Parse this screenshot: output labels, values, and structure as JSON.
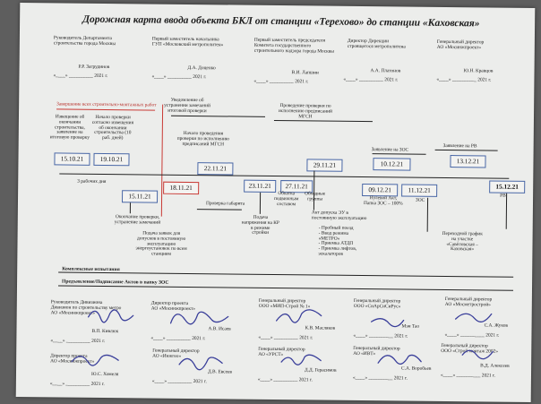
{
  "title": "Дорожная карта ввода объекта БКЛ от станции «Терехово» до станции «Каховская»",
  "top_approvers": [
    {
      "role": "Руководитель Департамента\nстроительства города Москвы",
      "name": "Р.Р. Загрудинов",
      "date": "«____» __________ 2021 г."
    },
    {
      "role": "Первый заместитель начальника\nГУП «Московский метрополитен»",
      "name": "Д.А. Доценко",
      "date": "«____» __________ 2021 г."
    },
    {
      "role": "Первый заместитель председателя\nКомитета государственного\nстроительного надзора города Москвы",
      "name": "В.И. Лапшин",
      "date": "«____» __________ 2021 г."
    },
    {
      "role": "Директор Дирекции\nстроящегося метрополитена",
      "name": "А.А. Платонов",
      "date": "«____» __________ 2021 г."
    },
    {
      "role": "Генеральный директор\nАО «Мосинжпроект»",
      "name": "Ю.Н. Кравцов",
      "date": "«____» __________ 2021 г."
    }
  ],
  "timeline": {
    "completion_label": "Завершение всех строительно-монтажных работ",
    "dates": [
      "15.10.21",
      "19.10.21",
      "15.11.21",
      "18.11.21",
      "22.11.21",
      "23.11.21",
      "27.11.21",
      "29.11.21",
      "09.12.21",
      "10.12.21",
      "11.12.21",
      "13.12.21",
      "15.12.21"
    ],
    "notes": {
      "n1": "Извещение об\nокончании\nстроительства,\nзаявление на\nитоговую проверку",
      "n2": "Начало проверки\nсогласно извещения\nоб окончании\nстроительства (10\nраб. дней)",
      "n3": "3 рабочих дня",
      "n4": "Окончание проверки,\nустранение замечаний",
      "n5": "Подача заявок для\nдопусков в постоянную\nэксплуатацию\nэнергоустановок по всем\nстанциям",
      "n6": "Уведомление об\nустранении замечаний\nитоговой проверки",
      "n7": "Начало проведения\nпроверки по исполнению\nпредписаний МГСН",
      "n8": "Проверка габарита",
      "n9": "Подача\nнапряжения на КР\nв режиме\nстройки",
      "n10": "Обкатка\nподвижным\nсоставом",
      "n11": "Обходные\nгруппы",
      "n12": "Проведение проверки по\nисполнению предписаний\nМГСН",
      "n13": "Акт допуска ЭУ в\nпостоянную эксплуатацию",
      "n14": "- Пробный поезд\n- Ввод режима\n«МЕТРО»\n- Приемка АТДП\n- Приемка лифтов,\nэскалаторов",
      "n15": "Нулевой Акт,\nПапка ЗОС – 100%",
      "n16": "Заявление на ЗОС",
      "n17": "ЗОС",
      "n18": "Заявление на РВ",
      "n19": "РВ",
      "n20": "Переходной график\nна участке\n«Савёловская –\nКаховская»"
    },
    "complex_tests": "Комплексные испытания",
    "signing_acts": "Предъявление/Подписание Актов в папку ЗОС"
  },
  "bottom_signers": [
    {
      "role": "Руководитель Дивизиона\nДивизион по строительству метро\nАО «Мосинжпроект»",
      "name": "В.П. Кивлюк",
      "date": "«____» __________ 2021 г."
    },
    {
      "role": "Директор проекта\nАО «Мосинжпроект»",
      "name": "Ю.С. Хомеля",
      "date": "«____» __________ 2021 г."
    },
    {
      "role": "Директор проекта\nАО «Мосинжпроект»",
      "name": "А.В. Исаев",
      "date": "«____» __________ 2021 г."
    },
    {
      "role": "Генеральный директор\nАО «Инжгео»",
      "name": "Д.В. Евсеев",
      "date": "«____» __________ 2021 г."
    },
    {
      "role": "Генеральный директор\nООО «МИП-Строй № 1»",
      "name": "К.В. Масляков",
      "date": "«____» __________ 2021 г."
    },
    {
      "role": "Генеральный директор\nАО «УРСТ»",
      "name": "Д.Д. Герасимов",
      "date": "«____» __________ 2021 г."
    },
    {
      "role": "Генеральный директор\nООО «СиАрСиСиРус»",
      "name": "Мэн Тао",
      "date": "«____» __________ 2021 г."
    },
    {
      "role": "Генеральный директор\nАО «ИВТ»",
      "name": "С.А. Воробьев",
      "date": "«____» __________ 2021 г."
    },
    {
      "role": "Генеральный директор\nАО «Мосметрострой»",
      "name": "С.А. Жуков",
      "date": "«____» __________ 2021 г."
    },
    {
      "role": "Генеральный директор\nООО «Строй монтаж 2002»",
      "name": "В.Д. Алексеев",
      "date": "«____» __________ 2021 г."
    }
  ],
  "colors": {
    "box_border": "#4967a6",
    "red": "#c93a35",
    "signature_ink": "#3a3f9a"
  }
}
